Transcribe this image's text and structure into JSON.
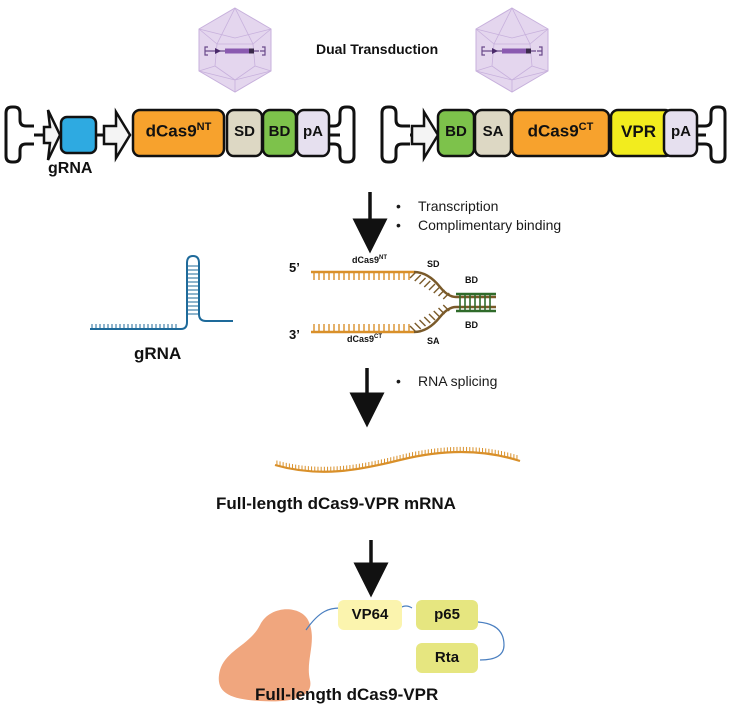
{
  "header": {
    "title": "Dual Transduction"
  },
  "colors": {
    "gRNA_box": "#2eaae1",
    "dCas9": "#f7a22d",
    "SD_SA": "#ddd8c4",
    "BD": "#7dc24b",
    "pA": "#e6e0ef",
    "VPR": "#f2ec1e",
    "promoter_arrow": "#f4f4f4",
    "capsid": "#d9c7e6",
    "rna_orange": "#d9902a",
    "rna_brown": "#7a5a2a",
    "bd_green": "#2f6b2a",
    "gRNA_line": "#1e6a9a",
    "dcas9_protein": "#f0a67e",
    "vp64": "#fbf4ae",
    "p65_rta": "#e6e680",
    "linker": "#4a7fc0"
  },
  "vector1": {
    "gRNA_label": "gRNA",
    "dcas9": {
      "main": "dCas9",
      "sup": "NT"
    },
    "sd": "SD",
    "bd": "BD",
    "pa": "pA"
  },
  "vector2": {
    "bd": "BD",
    "sa": "SA",
    "dcas9": {
      "main": "dCas9",
      "sup": "CT"
    },
    "vpr": "VPR",
    "pa": "pA"
  },
  "step1": {
    "bullets": [
      "Transcription",
      "Complimentary binding"
    ]
  },
  "duplex": {
    "five_prime": "5’",
    "three_prime": "3’",
    "top_label": {
      "main": "dCas9",
      "sup": "NT"
    },
    "bottom_label": {
      "main": "dCas9",
      "sup": "CT"
    },
    "sd": "SD",
    "sa": "SA",
    "bd_top": "BD",
    "bd_bottom": "BD"
  },
  "grna_structure": {
    "label": "gRNA"
  },
  "step2": {
    "bullets": [
      "RNA splicing"
    ]
  },
  "mrna": {
    "label": "Full-length dCas9-VPR mRNA"
  },
  "protein": {
    "vp64": "VP64",
    "p65": "p65",
    "rta": "Rta",
    "label": "Full-length dCas9-VPR"
  }
}
